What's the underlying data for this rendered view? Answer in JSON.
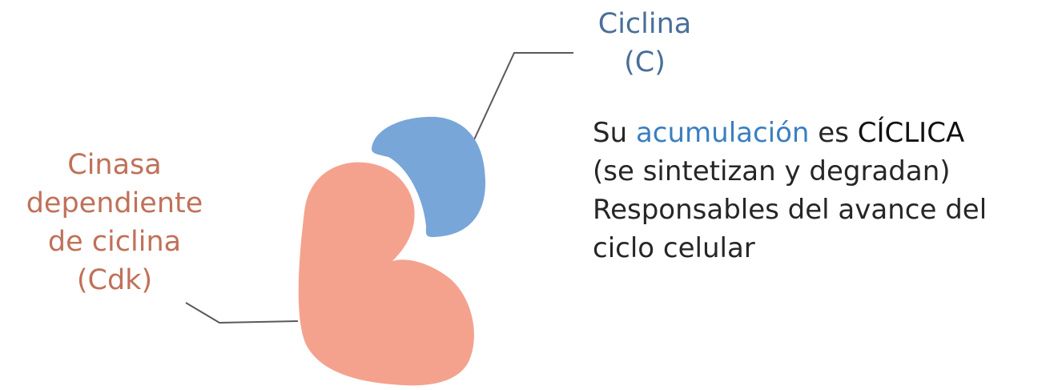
{
  "colors": {
    "cdk_fill": "#f4a28e",
    "cyclin_fill": "#78a6d8",
    "cdk_text": "#c07159",
    "cyclin_text": "#4a6f99",
    "accent_text": "#3a7fc1",
    "body_text": "#262626",
    "connector": "#595959"
  },
  "cdk_label": {
    "lines": [
      "Cinasa",
      "dependiente",
      "de ciclina",
      "(Cdk)"
    ]
  },
  "cyclin_label": {
    "lines": [
      "Ciclina",
      "(C)"
    ]
  },
  "description": {
    "line1": {
      "prefix": "Su ",
      "highlight": "acumulación",
      "middle": " es ",
      "strong": "CÍCLICA"
    },
    "line2": "(se sintetizan y degradan)",
    "line3": "Responsables del avance del",
    "line4": "ciclo celular"
  }
}
